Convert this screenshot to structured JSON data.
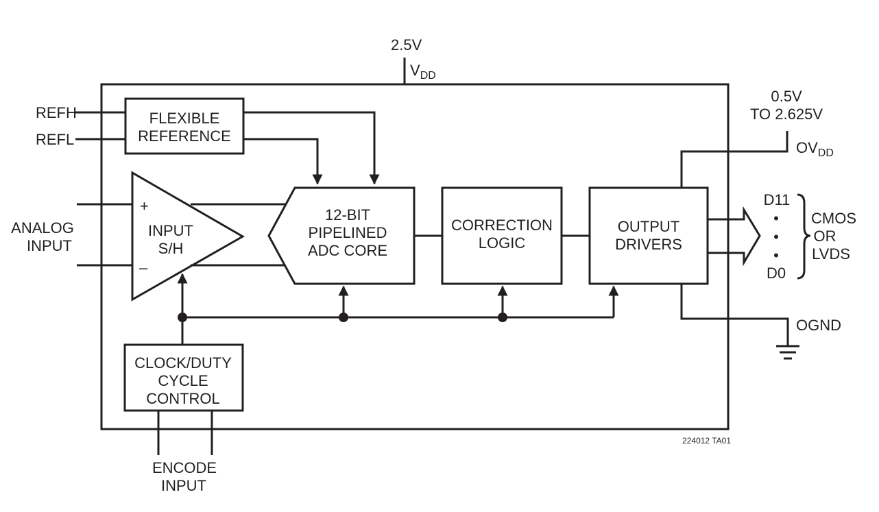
{
  "supply": {
    "vdd_voltage": "2.5V",
    "vdd_label": "V",
    "vdd_sub": "DD",
    "ovdd_range_line1": "0.5V",
    "ovdd_range_line2": "TO 2.625V",
    "ovdd_label": "OV",
    "ovdd_sub": "DD",
    "ognd_label": "OGND"
  },
  "pins": {
    "refh": "REFH",
    "refl": "REFL",
    "analog_input_line1": "ANALOG",
    "analog_input_line2": "INPUT",
    "encode_input_line1": "ENCODE",
    "encode_input_line2": "INPUT"
  },
  "blocks": {
    "flexible_reference": [
      "FLEXIBLE",
      "REFERENCE"
    ],
    "input_sh": [
      "INPUT",
      "S/H"
    ],
    "input_plus": "+",
    "input_minus": "–",
    "adc_core": [
      "12-BIT",
      "PIPELINED",
      "ADC CORE"
    ],
    "correction_logic": [
      "CORRECTION",
      "LOGIC"
    ],
    "output_drivers": [
      "OUTPUT",
      "DRIVERS"
    ],
    "clock_duty": [
      "CLOCK/DUTY",
      "CYCLE",
      "CONTROL"
    ]
  },
  "outputs": {
    "d11": "D11",
    "d0": "D0",
    "bullet": "•",
    "format": [
      "CMOS",
      "OR",
      "LVDS"
    ]
  },
  "figure_id": "224012 TA01",
  "colors": {
    "ink": "#231f20",
    "background": "#ffffff"
  }
}
